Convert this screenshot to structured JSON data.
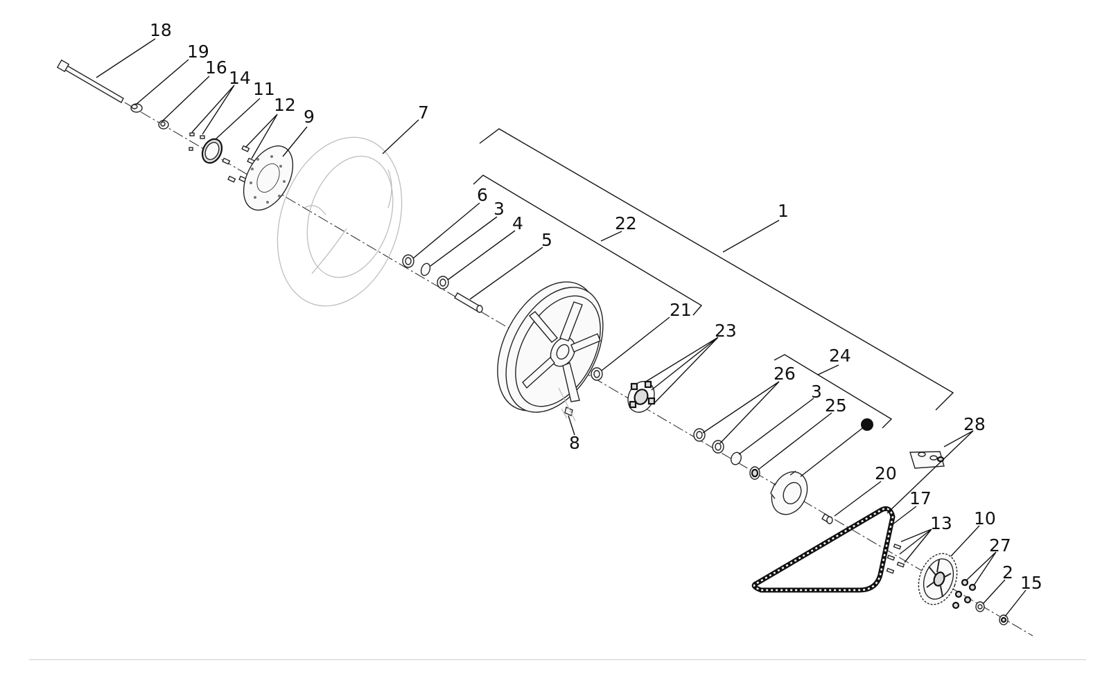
{
  "labels": {
    "l18": "18",
    "l19": "19",
    "l16": "16",
    "l14": "14",
    "l11": "11",
    "l12": "12",
    "l9": "9",
    "l7": "7",
    "l6": "6",
    "l3a": "3",
    "l4": "4",
    "l5": "5",
    "l22": "22",
    "l1": "1",
    "l21": "21",
    "l23": "23",
    "l8": "8",
    "l24": "24",
    "l26": "26",
    "l3b": "3",
    "l25": "25",
    "l28": "28",
    "l20": "20",
    "l17": "17",
    "l13": "13",
    "l10": "10",
    "l27": "27",
    "l2": "2",
    "l15": "15"
  },
  "colors": {
    "line": "#111111",
    "tire": "#bdbdbd",
    "rule": "#cfcfcf"
  }
}
